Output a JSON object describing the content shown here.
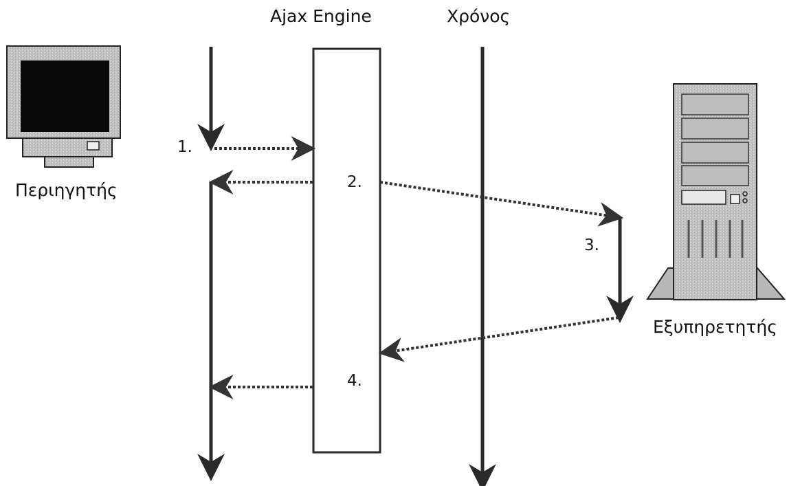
{
  "header": {
    "engine_label": "Ajax Engine",
    "time_label": "Χρόνος"
  },
  "nodes": {
    "browser_label": "Περιηγητής",
    "server_label": "Εξυπηρετητής"
  },
  "steps": {
    "s1": "1.",
    "s2": "2.",
    "s3": "3.",
    "s4": "4."
  },
  "colors": {
    "line": "#2a2a2a",
    "dotted": "#333333",
    "monitor_screen": "#0a0a0a",
    "device_body": "#c8c8c8"
  },
  "icons": {
    "browser": "desktop-monitor-icon",
    "server": "tower-server-icon"
  }
}
